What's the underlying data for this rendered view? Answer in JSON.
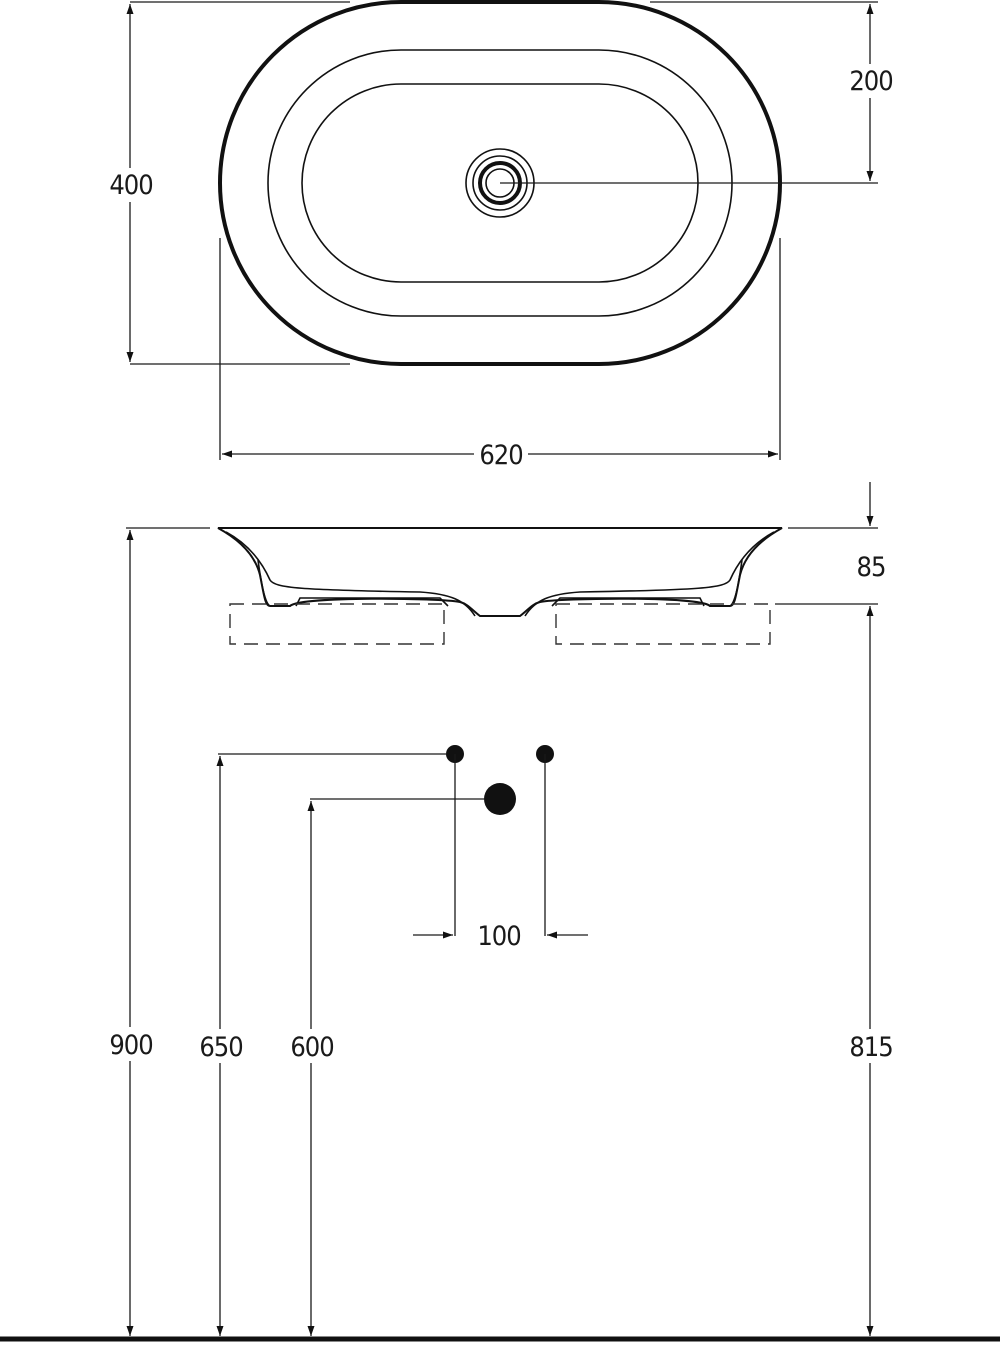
{
  "dimensions": {
    "width_top": "620",
    "depth_top": "400",
    "drain_offset": "200",
    "bowl_height": "85",
    "floor_to_rim": "900",
    "floor_to_top_fixing": "650",
    "floor_to_waste": "600",
    "floor_to_base": "815",
    "fixing_spacing": "100"
  },
  "colors": {
    "line": "#111111",
    "background": "#ffffff"
  }
}
